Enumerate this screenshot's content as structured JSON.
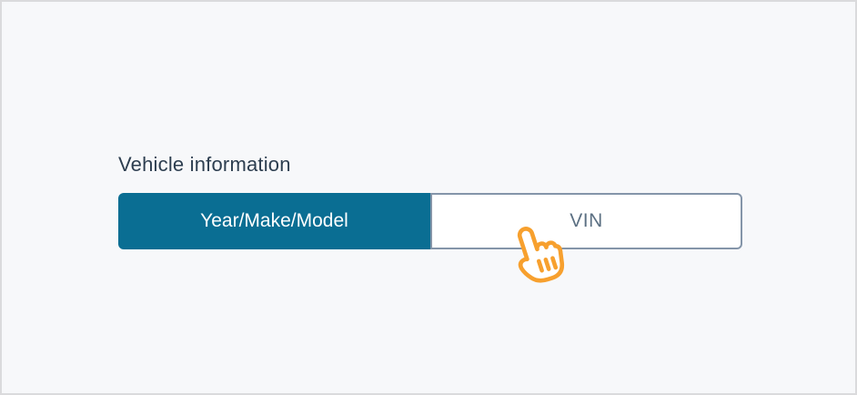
{
  "page": {
    "background_color": "#F7F8FA",
    "border_color": "#DADADC"
  },
  "vehicle_section": {
    "heading": "Vehicle information",
    "toggle": {
      "selected_option": "Year/Make/Model",
      "options": [
        {
          "label": "Year/Make/Model",
          "selected": true
        },
        {
          "label": "VIN",
          "selected": false
        }
      ]
    }
  },
  "cursor": {
    "icon": "hand-pointer-icon",
    "color": "#F7A02E",
    "hover_target": "VIN"
  },
  "colors": {
    "selected_segment_bg": "#0A6E93",
    "selected_segment_text": "#FFFFFF",
    "unselected_segment_bg": "#FFFFFF",
    "unselected_segment_border": "#8495A9",
    "unselected_segment_text": "#5C7083",
    "heading_text": "#2D3E50"
  }
}
